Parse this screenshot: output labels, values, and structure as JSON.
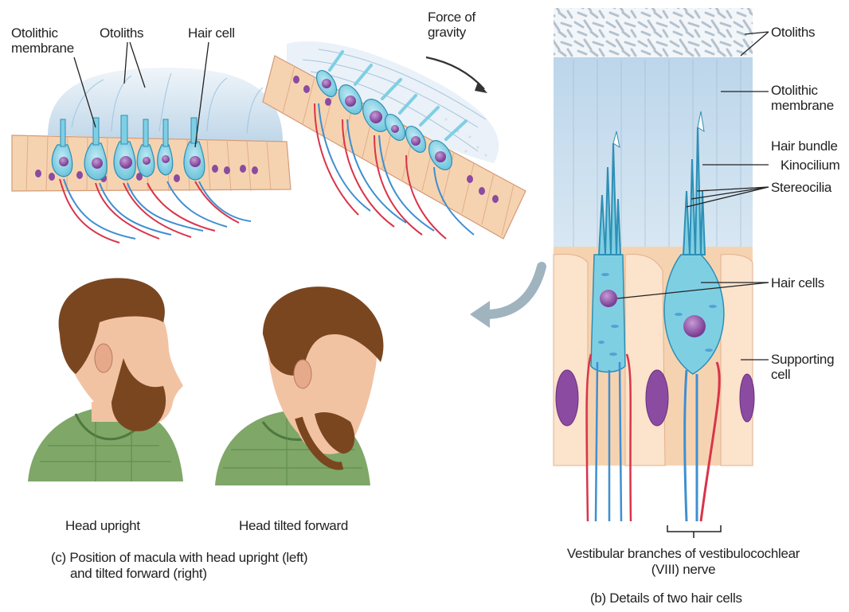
{
  "panel_a": {
    "labels": {
      "otolithic_membrane_l1": "Otolithic",
      "otolithic_membrane_l2": "membrane",
      "otoliths": "Otoliths",
      "hair_cell": "Hair cell",
      "force_l1": "Force of",
      "force_l2": "gravity"
    }
  },
  "panel_b": {
    "labels": {
      "otoliths": "Otoliths",
      "otolithic_membrane_l1": "Otolithic",
      "otolithic_membrane_l2": "membrane",
      "hair_bundle": "Hair bundle",
      "kinocilium": "Kinocilium",
      "stereocilia": "Stereocilia",
      "hair_cells": "Hair cells",
      "supporting_cell_l1": "Supporting",
      "supporting_cell_l2": "cell"
    },
    "nerve_label_l1": "Vestibular branches of vestibulocochlear",
    "nerve_label_l2": "(VIII) nerve",
    "caption": "(b) Details of two hair cells"
  },
  "panel_c": {
    "head_upright": "Head upright",
    "head_tilted": "Head tilted forward",
    "caption_l1": "(c) Position of macula with head upright (left)",
    "caption_l2": "and tilted forward (right)"
  },
  "colors": {
    "epithelium": "#f6d3b0",
    "hair_cell": "#7fcfe3",
    "nucleus": "#8a4ba0",
    "membrane": "#c7dcec",
    "nerve_red": "#d9344a",
    "nerve_blue": "#3f8fd0",
    "hair": "#7a4620",
    "shirt": "#7fa768",
    "skin": "#f2c3a3"
  }
}
